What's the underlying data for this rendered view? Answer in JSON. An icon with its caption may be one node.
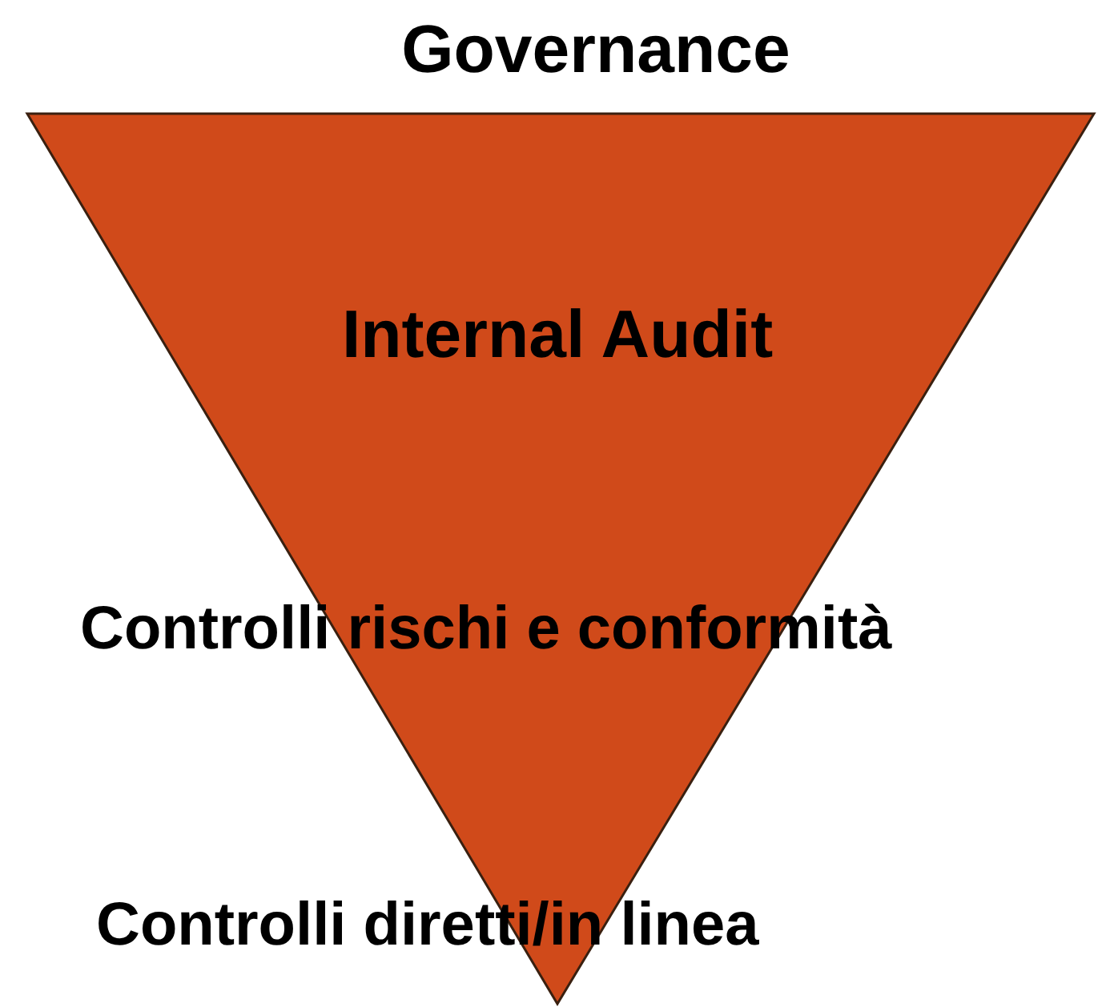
{
  "diagram": {
    "nodes": [
      {
        "text": [
          "Governance",
          "Internal Audit",
          "Controlli rischi e conformità",
          "Controlli diretti/in linea"
        ]
      }
    ]
  }
}
